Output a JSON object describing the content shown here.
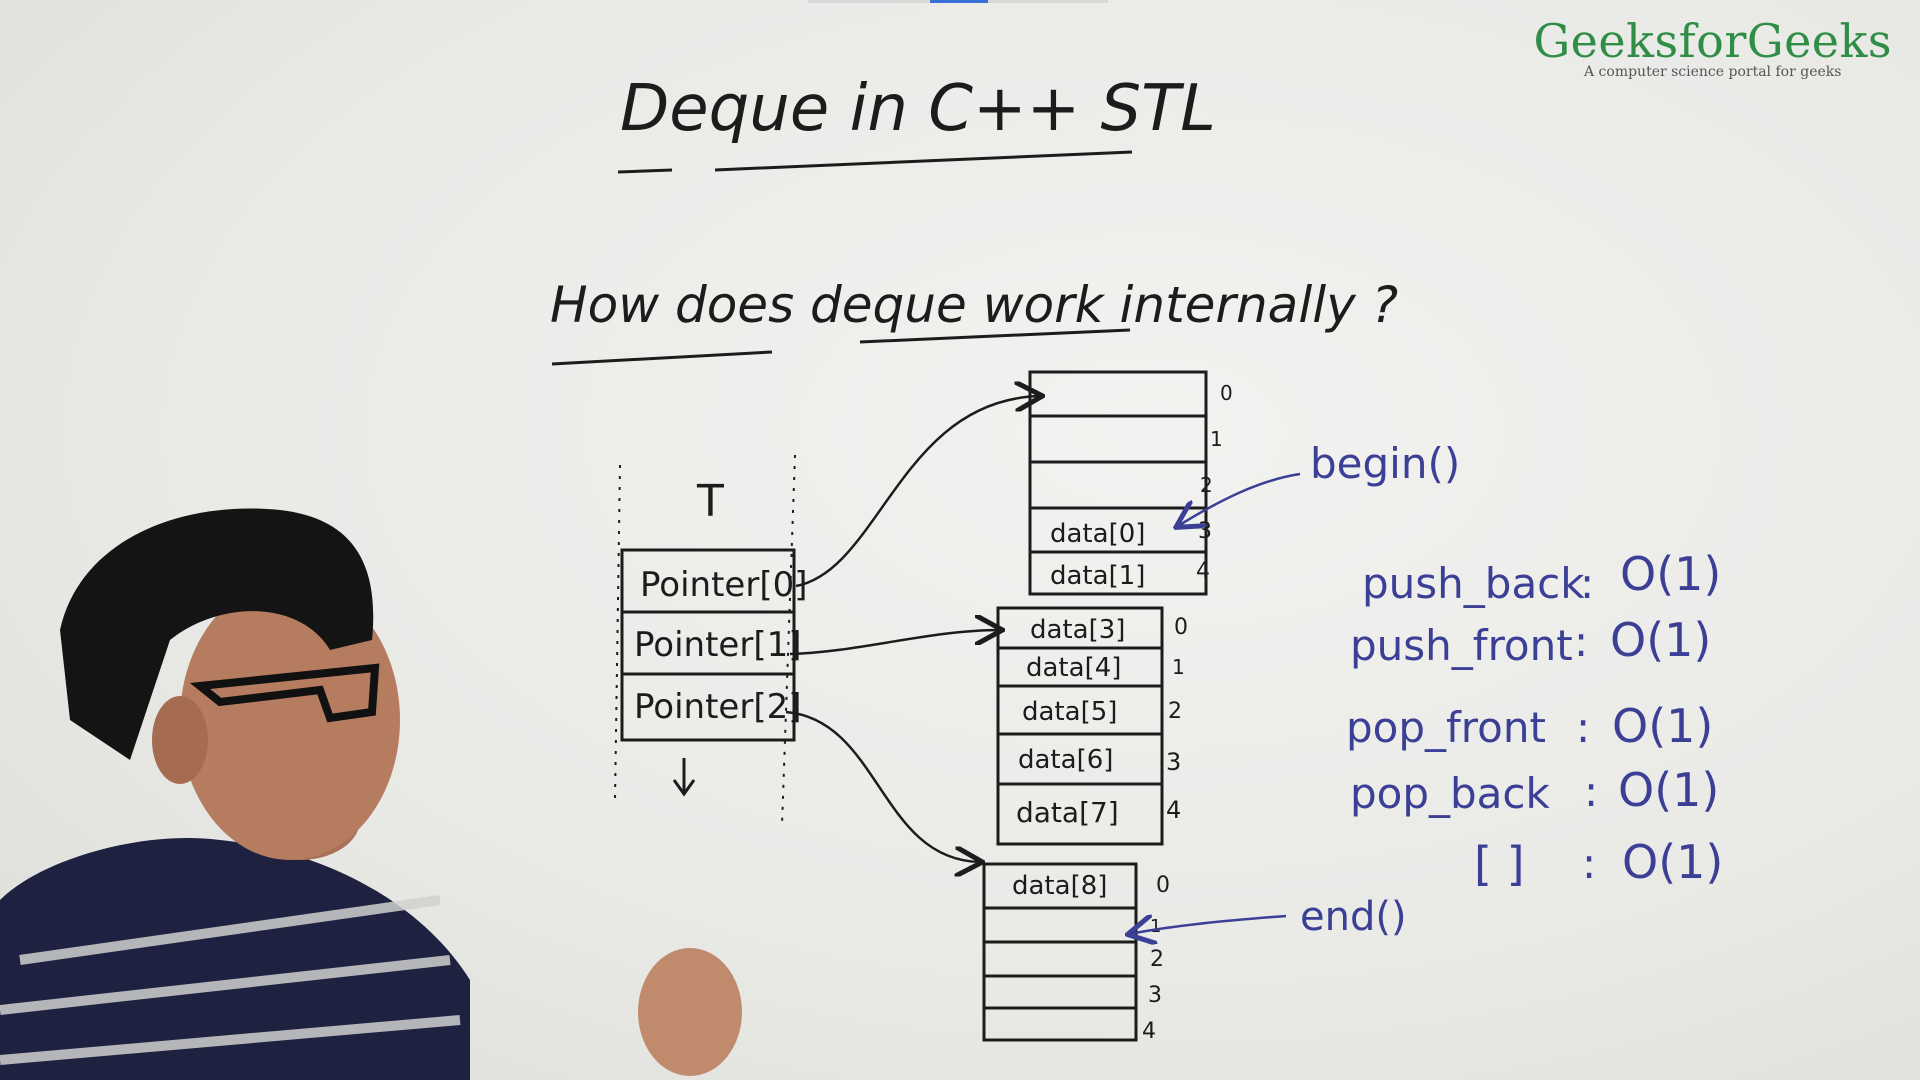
{
  "logo": {
    "name": "GeeksforGeeks",
    "tagline": "A computer science portal for geeks"
  },
  "board": {
    "title": "Deque in C++ STL",
    "question": "How does deque work internally ?",
    "map_type_label": "T",
    "map_pointers": [
      "Pointer[0]",
      "Pointer[1]",
      "Pointer[2]"
    ],
    "blocks": [
      {
        "cells": [
          "",
          "",
          "",
          "data[0]",
          "data[1]"
        ],
        "indices": [
          "0",
          "1",
          "2",
          "3",
          "4"
        ]
      },
      {
        "cells": [
          "data[3]",
          "data[4]",
          "data[5]",
          "data[6]",
          "data[7]"
        ],
        "indices": [
          "0",
          "1",
          "2",
          "3",
          "4"
        ]
      },
      {
        "cells": [
          "data[8]",
          "",
          "",
          "",
          ""
        ],
        "indices": [
          "0",
          "1",
          "2",
          "3",
          "4"
        ]
      }
    ],
    "begin_label": "begin()",
    "end_label": "end()",
    "complexities": [
      {
        "op": "push_back",
        "cost": "O(1)"
      },
      {
        "op": "push_front",
        "cost": "O(1)"
      },
      {
        "op": "pop_front",
        "cost": "O(1)"
      },
      {
        "op": "pop_back",
        "cost": "O(1)"
      },
      {
        "op": "[ ]",
        "cost": "O(1)"
      }
    ]
  },
  "colors": {
    "ink_black": "#1c1c1c",
    "ink_blue": "#3b3f95",
    "logo_green": "#2f8d46"
  }
}
